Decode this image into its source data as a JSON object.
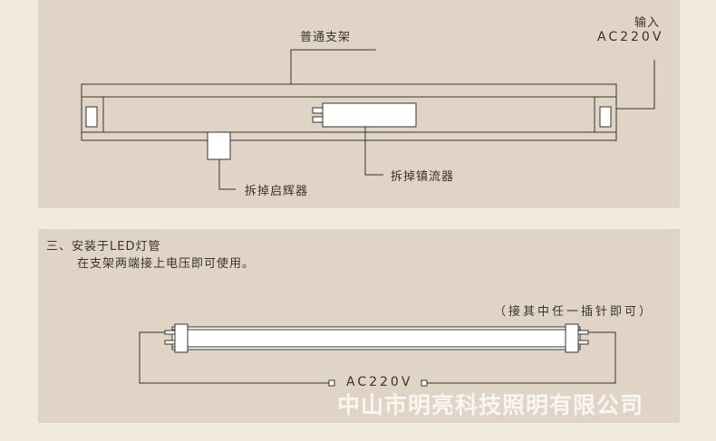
{
  "top_diagram": {
    "bracket_label": "普通支架",
    "input_label": "输入",
    "input_voltage": "AC220V",
    "remove_starter_label": "拆掉启辉器",
    "remove_ballast_label": "拆掉镇流器"
  },
  "bottom_diagram": {
    "step_title": "三、安装于LED灯管",
    "step_desc": "在支架两端接上电压即可使用。",
    "pin_note": "（接其中任一插针即可）",
    "voltage_label": "AC220V"
  },
  "watermark": {
    "text": "中山市明亮科技照明有限公司"
  },
  "colors": {
    "page_bg": "#f1ebdf",
    "panel_bg": "#dfd4c5",
    "line": "#3a332c",
    "watermark": "#ffffff"
  }
}
